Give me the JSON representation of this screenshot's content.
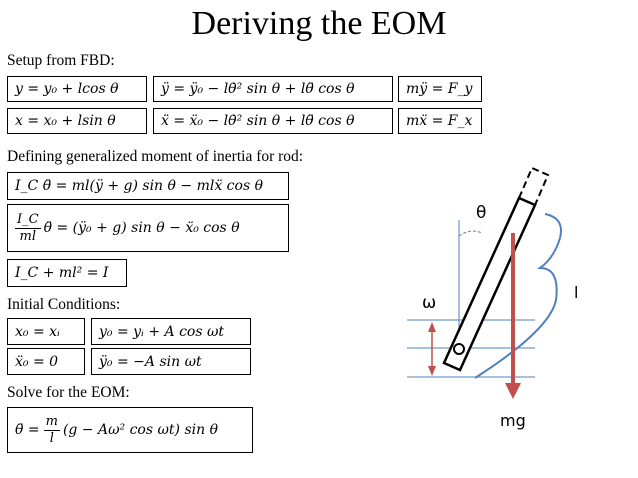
{
  "title": "Deriving the EOM",
  "sections": {
    "setup": "Setup from FBD:",
    "inertia": "Defining generalized moment of  inertia for rod:",
    "initial": "Initial Conditions:",
    "solve": "Solve for the EOM:"
  },
  "setup_eqs": {
    "y_pos": "y =  y₀ + lcos θ",
    "x_pos": "x =  x₀ + lsin θ",
    "y_acc": "ÿ = ÿ₀ − lθ̇² sin θ + lθ̈ cos θ",
    "x_acc": "ẍ = ẍ₀ − lθ̇² sin θ + lθ̈ cos θ",
    "y_force": "mÿ =  F_y",
    "x_force": "mẍ =  F_x"
  },
  "inertia_eqs": {
    "eq1": "I_C θ̈ = ml(ÿ + g) sin θ − mlẍ cos θ",
    "eq2_num": "I_C",
    "eq2_den": "ml",
    "eq2_rest": "θ̈ = (ÿ₀ + g) sin θ − ẍ₀ cos θ",
    "eq3": "I_C + ml² = I"
  },
  "initial_eqs": {
    "x0": "x₀ = xᵢ",
    "x0_dd": "ẍ₀ = 0",
    "y0": "y₀ = yᵢ + A cos ωt",
    "y0_dd": "ÿ₀ = −A sin ωt"
  },
  "solve_eq": {
    "lhs": "θ̈ =",
    "num": "m",
    "den": "l",
    "rest": "(g − Aω² cos ωt) sin θ"
  },
  "diagram": {
    "theta_label": "θ",
    "omega_label": "ω",
    "length_label": "l",
    "weight_label": "mg",
    "colors": {
      "force_arrow": "#c0504d",
      "brace": "#4f81bd",
      "guide_lines": "#4f81bd",
      "omega_arrow": "#c0504d"
    }
  }
}
